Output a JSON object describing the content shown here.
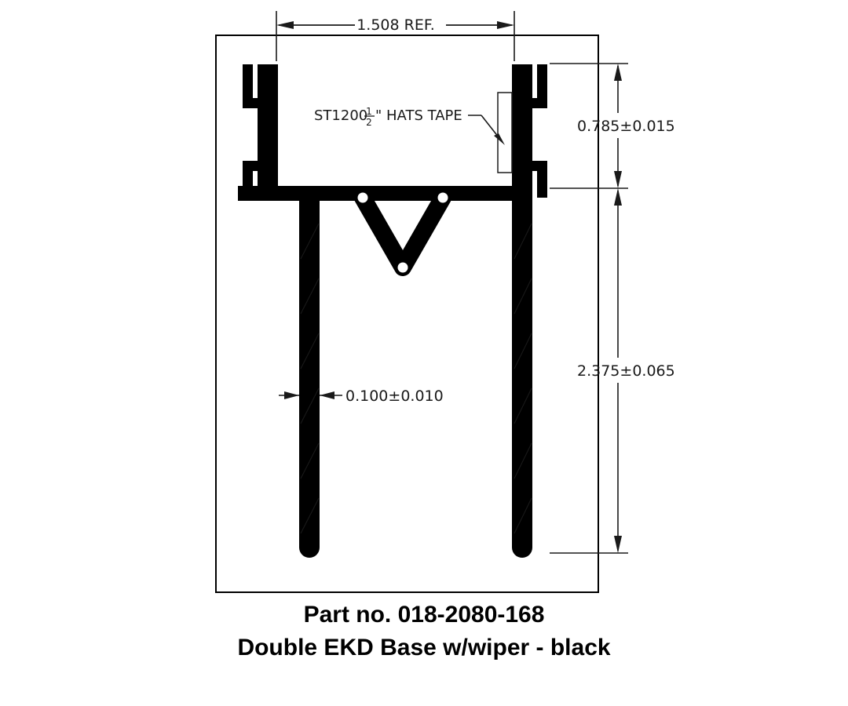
{
  "drawing": {
    "title_line1": "Part no. 018-2080-168",
    "title_line2": "Double EKD Base w/wiper - black",
    "dimensions": {
      "width_overall": "1.508  REF.",
      "height_upper": "0.785±0.015",
      "height_lower": "2.375±0.065",
      "wall_thickness": "0.100±0.010"
    },
    "callouts": {
      "tape": "ST1200   ½\" HATS  TAPE",
      "tape_part": "ST1200",
      "tape_fraction_num": "1",
      "tape_fraction_den": "2",
      "tape_rest": "\" HATS  TAPE"
    },
    "colors": {
      "profile": "#000000",
      "line": "#1a1a1a",
      "background": "#ffffff",
      "border": "#000000"
    }
  },
  "chart_data": {
    "type": "diagram",
    "title": "Part no. 018-2080-168 — Double EKD Base w/wiper - black",
    "annotations": [
      {
        "label": "1.508  REF.",
        "meaning": "overall width of profile, reference dimension"
      },
      {
        "label": "0.785±0.015",
        "meaning": "height of upper barbed section"
      },
      {
        "label": "2.375±0.065",
        "meaning": "height of lower legs section"
      },
      {
        "label": "0.100±0.010",
        "meaning": "wall / leg thickness"
      },
      {
        "label": "ST1200 ½\" HATS TAPE",
        "meaning": "tape strip applied to inner face of right wall"
      }
    ]
  }
}
